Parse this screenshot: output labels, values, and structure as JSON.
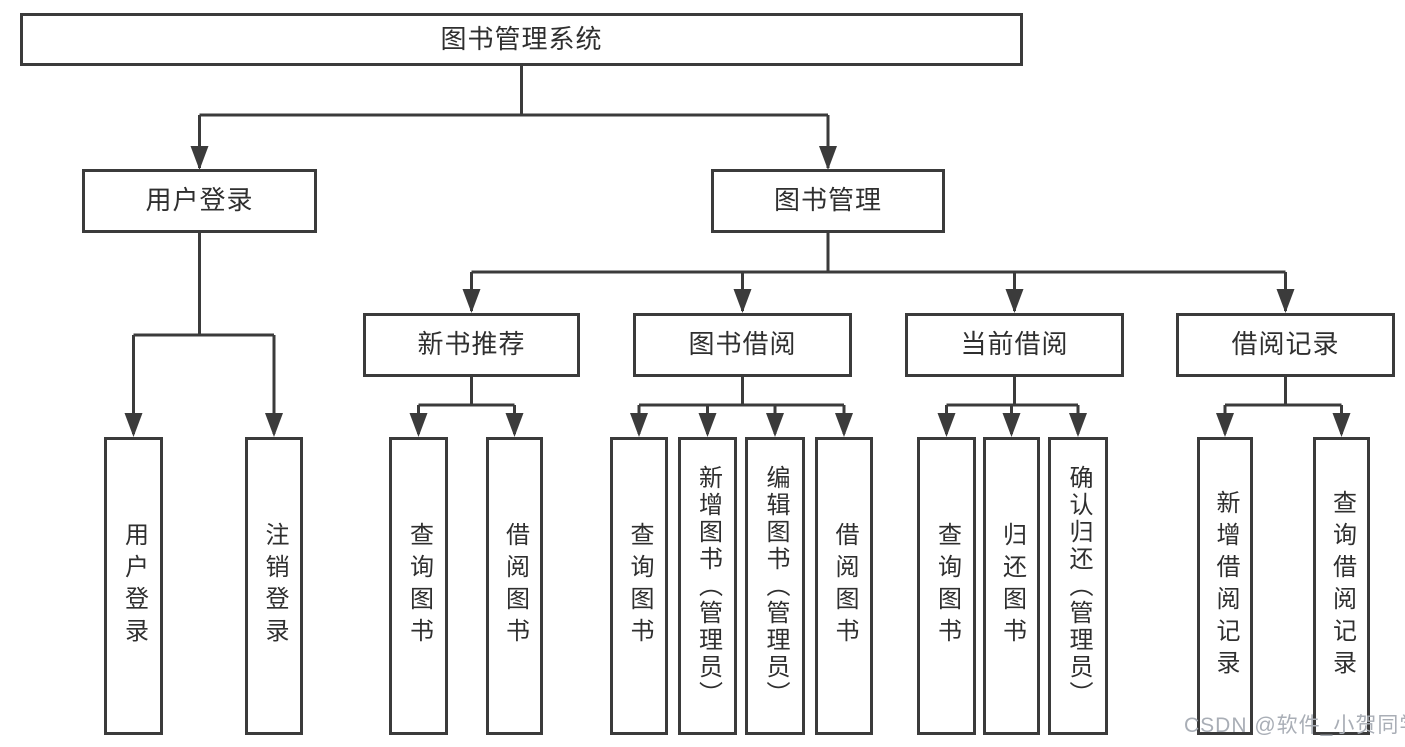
{
  "nodes": {
    "root": "图书管理系统",
    "user_login": "用户登录",
    "book_mgmt": "图书管理",
    "new_book_rec": "新书推荐",
    "book_borrow": "图书借阅",
    "current_borrow": "当前借阅",
    "borrow_record": "借阅记录",
    "leaves": {
      "user_login": [
        "用户登录",
        "注销登录"
      ],
      "new_book_rec": [
        "查询图书",
        "借阅图书"
      ],
      "book_borrow": [
        "查询图书",
        "新增图书（管理员）",
        "编辑图书（管理员）",
        "借阅图书"
      ],
      "current_borrow": [
        "查询图书",
        "归还图书",
        "确认归还（管理员）"
      ],
      "borrow_record": [
        "新增借阅记录",
        "查询借阅记录"
      ]
    }
  },
  "watermark": "CSDN @软件_小贺同学",
  "colors": {
    "line": "#3b3b3b",
    "text": "#2f2f2f",
    "watermark": "#a9aeb6",
    "background": "#ffffff"
  }
}
